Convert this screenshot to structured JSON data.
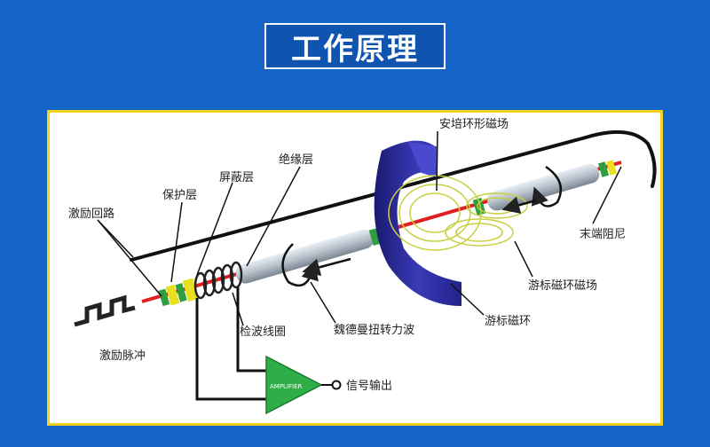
{
  "page": {
    "title": "工作原理",
    "background_color": "#1565c8",
    "panel_border_color": "#f2d21c"
  },
  "diagram": {
    "labels": {
      "circular_field": "安培环形磁场",
      "insulation": "绝缘层",
      "shield": "屏蔽层",
      "protection": "保护层",
      "excitation_loop": "激励回路",
      "end_damper": "末端阻尼",
      "magnet_field": "游标磁环磁场",
      "magnet_ring": "游标磁环",
      "torsion_wave": "魏德曼扭转力波",
      "pickup_coil": "检波线圈",
      "excitation_pulse": "激励脉冲",
      "signal_output": "信号输出",
      "amplifier": "AMPLIFIER"
    },
    "colors": {
      "rod": "#b8c2cc",
      "wire": "#e02020",
      "band_green": "#2e9e3e",
      "band_yellow": "#e8e020",
      "magnet": "#2a2aa0",
      "field": "#d8e060",
      "amp": "#2fae48"
    },
    "icons": [
      "rotation-arrow-icon",
      "left-arrow-icon",
      "amplifier-triangle-icon"
    ]
  }
}
